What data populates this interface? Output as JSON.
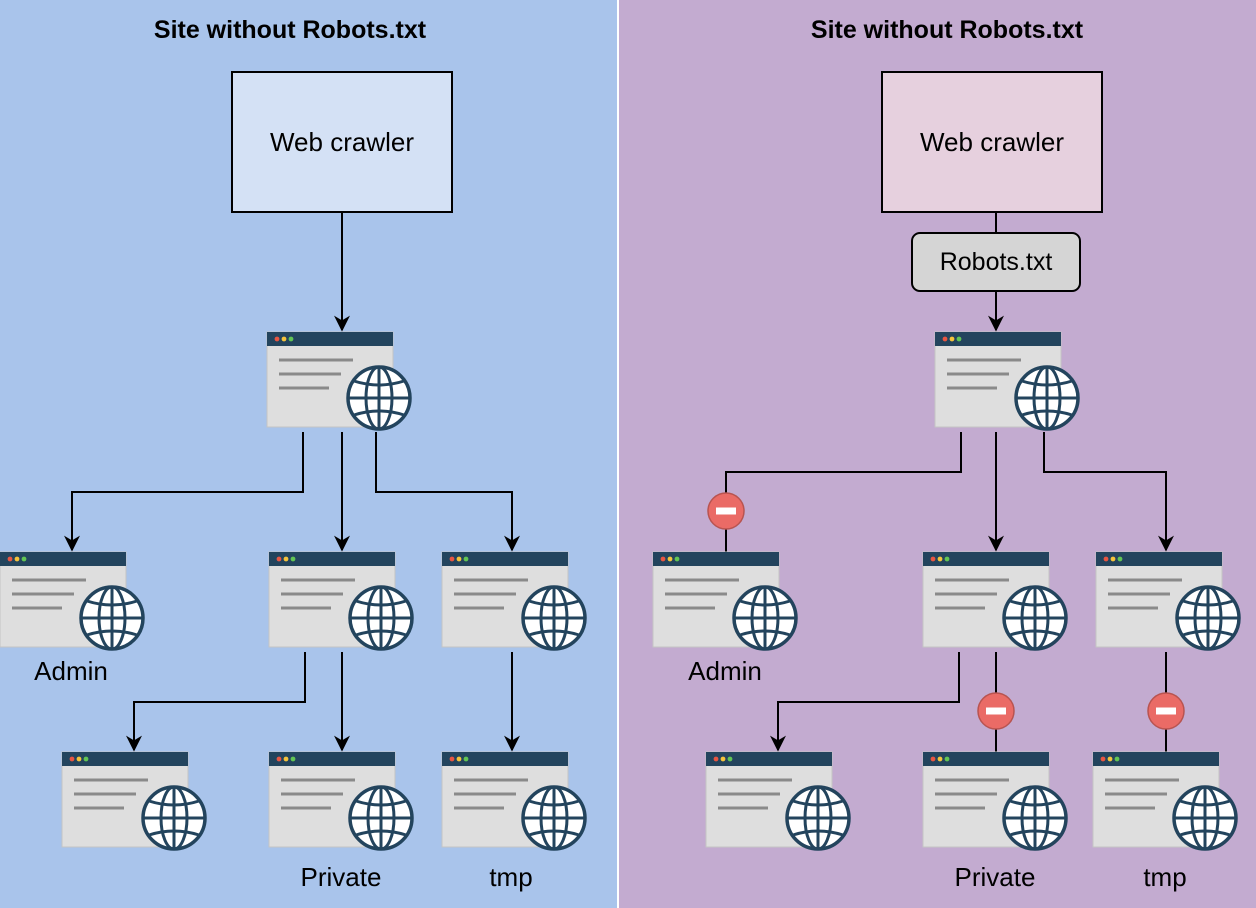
{
  "panels": [
    {
      "title": "Site without Robots.txt",
      "crawler_label": "Web crawler",
      "colors": {
        "background": "#a9c4eb",
        "crawler_fill": "#d4e1f5"
      },
      "page_labels": {
        "admin": "Admin",
        "private": "Private",
        "tmp": "tmp"
      }
    },
    {
      "title": "Site without Robots.txt",
      "crawler_label": "Web crawler",
      "robots_label": "Robots.txt",
      "colors": {
        "background": "#c3abd0",
        "crawler_fill": "#e6d0de",
        "robots_fill": "#d5d5d5"
      },
      "page_labels": {
        "admin": "Admin",
        "private": "Private",
        "tmp": "tmp"
      }
    }
  ],
  "icons": {
    "page": "browser-window-globe-icon",
    "blocked": "no-entry-icon"
  },
  "colors": {
    "window_bar": "#23445d",
    "window_body": "#dcdcdc",
    "globe": "#23445d",
    "blocked": "#ea6b66",
    "divider": "#ffffff"
  }
}
